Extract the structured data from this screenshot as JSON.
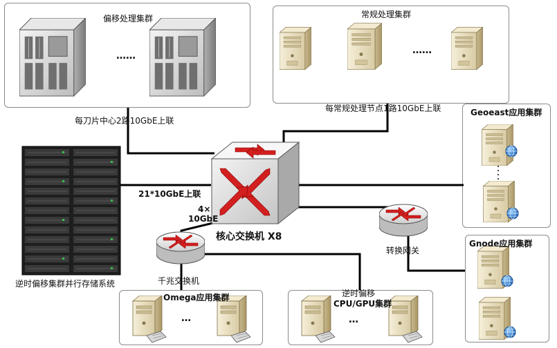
{
  "clusters": {
    "offset": {
      "title": "偏移处理集群",
      "ellipsis": "……"
    },
    "regular": {
      "title": "常规处理集群",
      "ellipsis": "……"
    },
    "geoeast": {
      "title": "Geoeast应用集群"
    },
    "gnode": {
      "title": "Gnode应用集群"
    },
    "omega": {
      "title": "Omega应用集群",
      "ellipsis": "…"
    },
    "rtm": {
      "title_line1": "逆时偏移",
      "title_line2": "CPU/GPU集群",
      "ellipsis": "…"
    }
  },
  "links": {
    "blade_uplink": "每刀片中心2路10GbE上联",
    "regular_uplink": "每常规处理节点1路10GbE上联",
    "storage_uplink": "21*10GbE上联",
    "gige_uplink_line1": "4×",
    "gige_uplink_line2": "10GbE"
  },
  "devices": {
    "core_switch": "核心交换机 X8",
    "gige_switch": "千兆交换机",
    "gateway": "转换网关",
    "storage": "逆时偏移集群并行存储系统"
  }
}
